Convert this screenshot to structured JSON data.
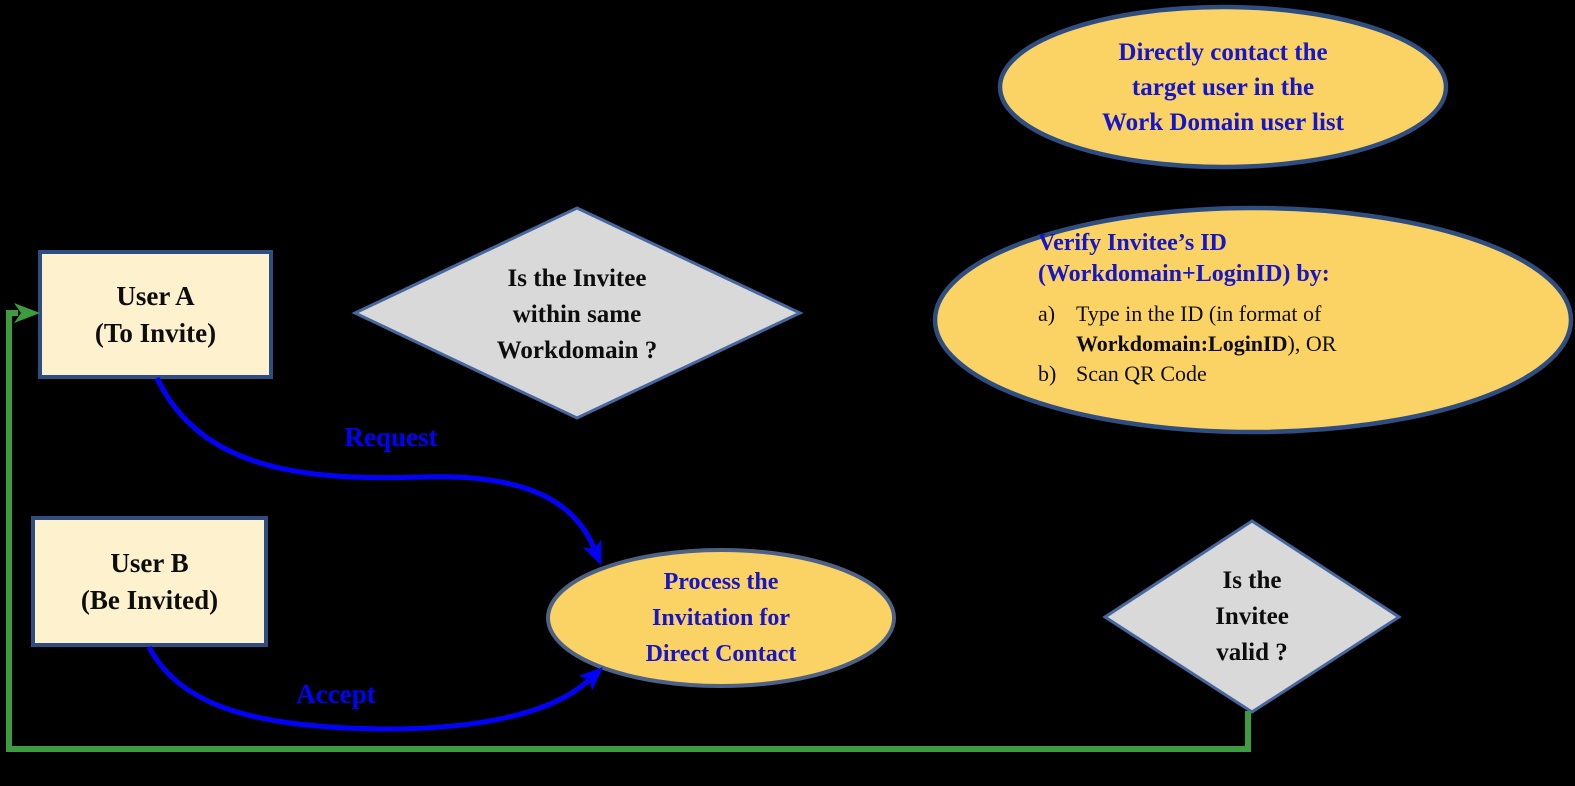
{
  "title": "Direct contact invitation flowchart",
  "colors": {
    "background": "#000000",
    "node-yellow": "#FBD364",
    "node-cream": "#FDF1CE",
    "node-gray": "#D9D9D9",
    "border-navy": "#2E4D80",
    "border-steel": "#46679E",
    "border-slate": "#4C6185",
    "text-black": "#0D0D0D",
    "text-blue": "#1515C9",
    "edge-blue": "#0202FA",
    "edge-green": "#3D9C3D"
  },
  "nodes": {
    "user_a": {
      "line1": "User A",
      "line2": "(To Invite)"
    },
    "user_b": {
      "line1": "User B",
      "line2": "(Be Invited)"
    },
    "same_workdomain_decision": {
      "line1": "Is the Invitee",
      "line2": "within same",
      "line3": "Workdomain ?"
    },
    "invitee_valid_decision": {
      "line1": "Is the",
      "line2": "Invitee",
      "line3": "valid ?"
    },
    "direct_contact_note": {
      "line1": "Directly contact the",
      "line2": "target user in the",
      "line3": "Work Domain user list"
    },
    "verify_note": {
      "title_line1": "Verify Invitee’s ID",
      "title_line2": "(Workdomain+LoginID) by:",
      "item_a_marker": "a)",
      "item_a_line1": "Type in the ID (in format of",
      "item_a_bold": "Workdomain:LoginID",
      "item_a_suffix": "), OR",
      "item_b_marker": "b)",
      "item_b_text": "Scan QR Code"
    },
    "process_node": {
      "line1": "Process the",
      "line2": "Invitation for",
      "line3": "Direct Contact"
    }
  },
  "edges": {
    "request": {
      "label": "Request"
    },
    "accept": {
      "label": "Accept"
    }
  }
}
